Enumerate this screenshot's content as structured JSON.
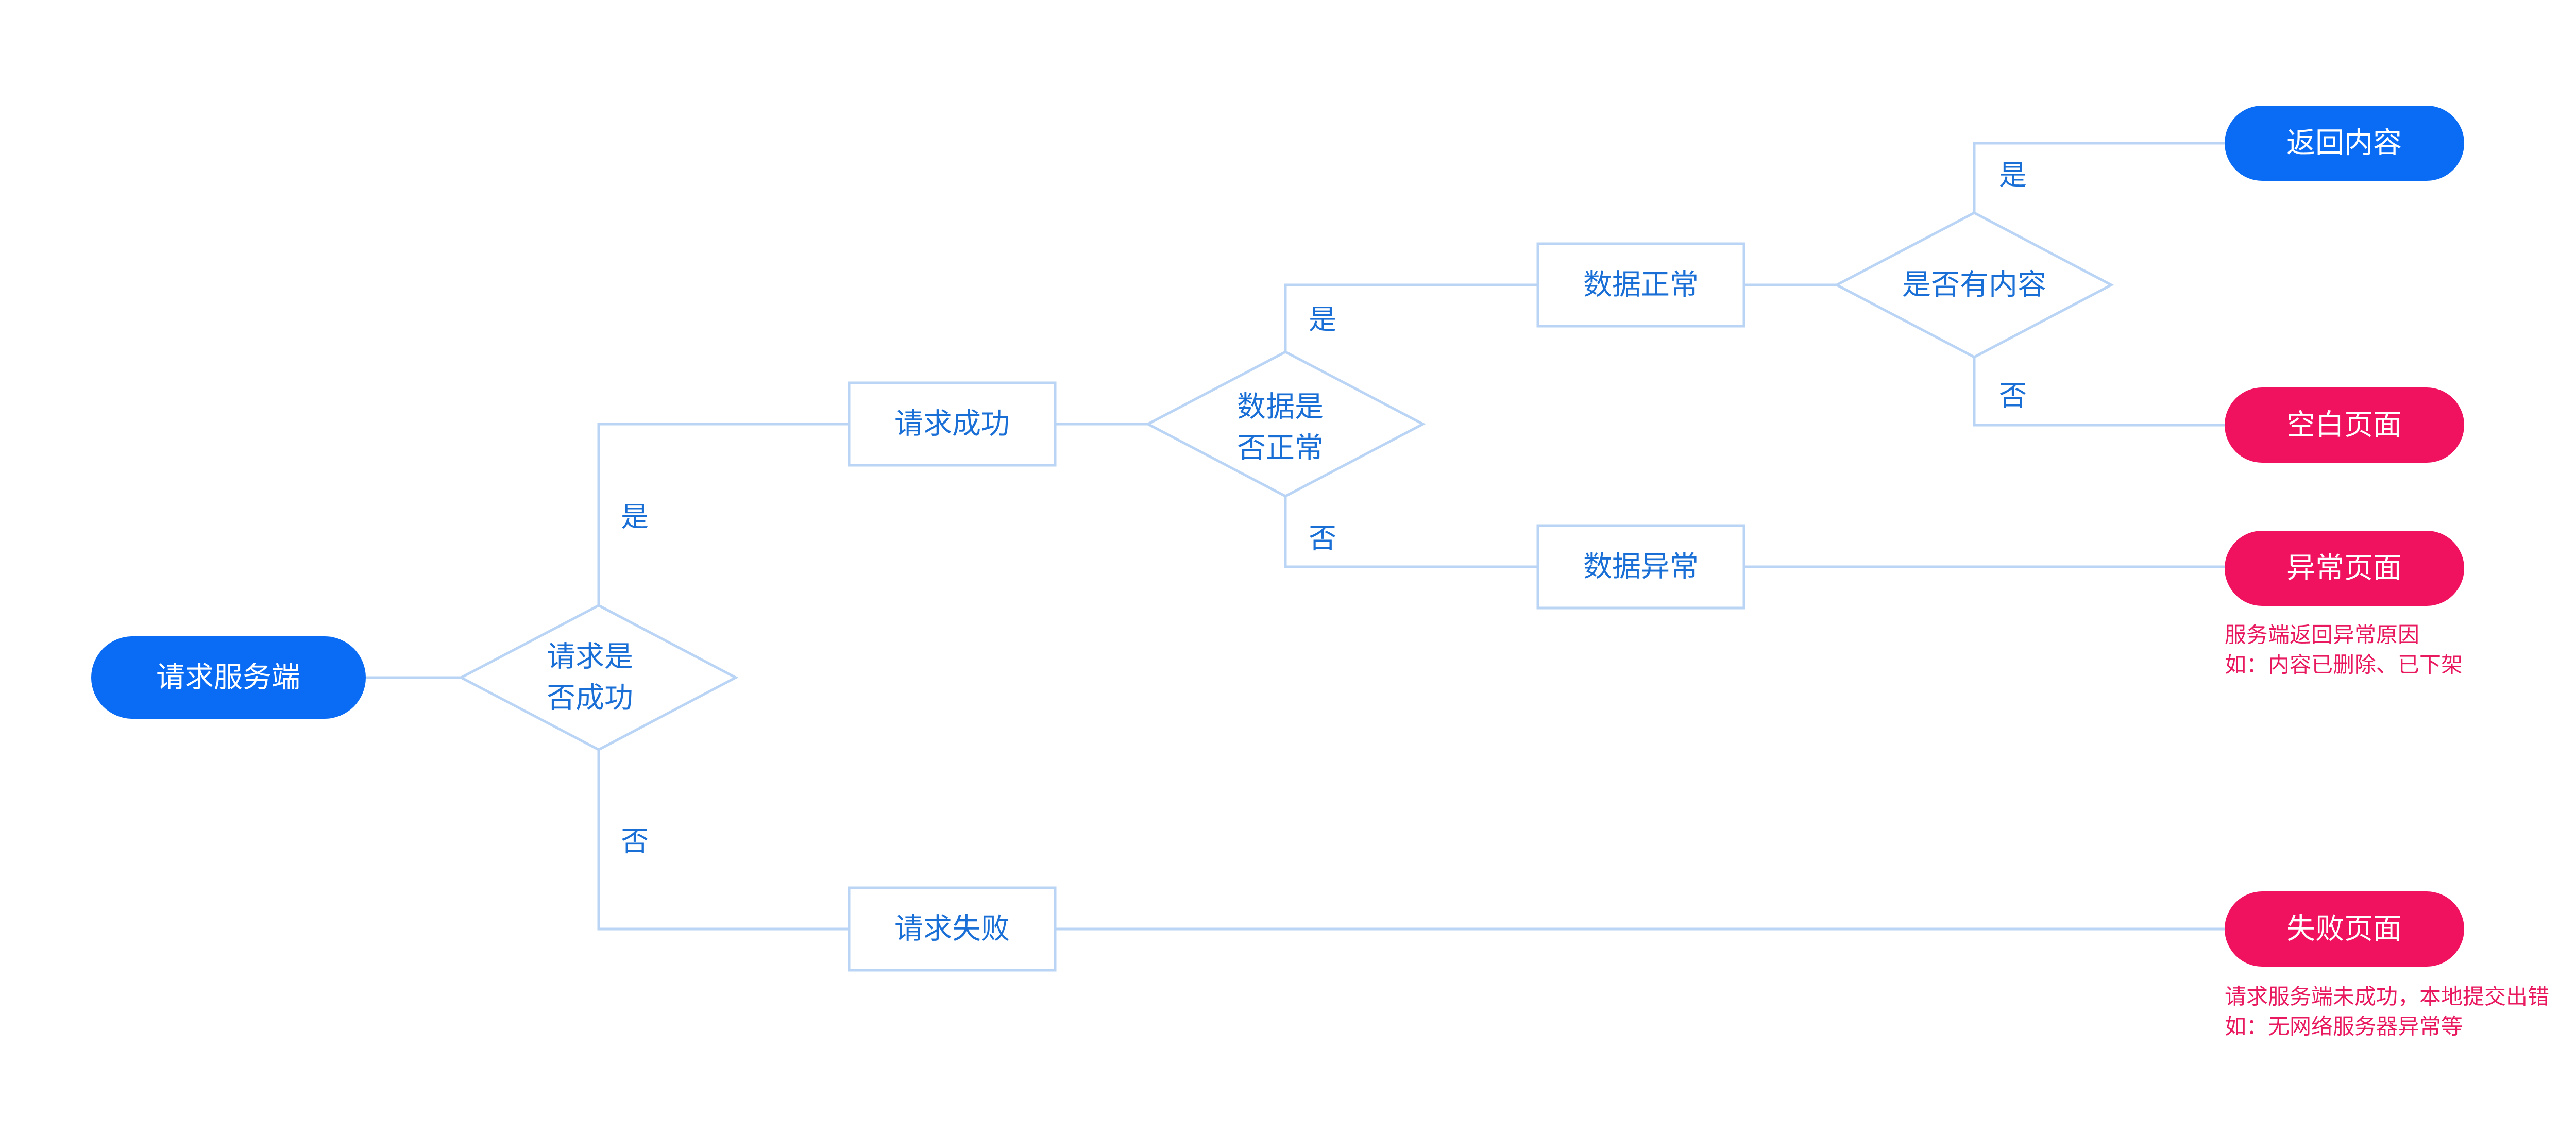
{
  "colors": {
    "primary": "#0a6cf5",
    "danger": "#f0115f",
    "line": "#b9d4f5",
    "text": "#1a6fd6",
    "note": "#e8195f"
  },
  "nodes": {
    "start": "请求服务端",
    "decision_success": [
      "请求是",
      "否成功"
    ],
    "request_success": "请求成功",
    "decision_data": [
      "数据是",
      "否正常"
    ],
    "data_normal": "数据正常",
    "decision_content": "是否有内容",
    "data_abnormal": "数据异常",
    "request_fail": "请求失败",
    "return_content": "返回内容",
    "empty_page": "空白页面",
    "error_page": "异常页面",
    "fail_page": "失败页面"
  },
  "labels": {
    "yes": "是",
    "no": "否"
  },
  "notes": {
    "error_page": [
      "服务端返回异常原因",
      "如：内容已删除、已下架"
    ],
    "fail_page": [
      "请求服务端未成功，本地提交出错",
      "如：无网络服务器异常等"
    ]
  }
}
